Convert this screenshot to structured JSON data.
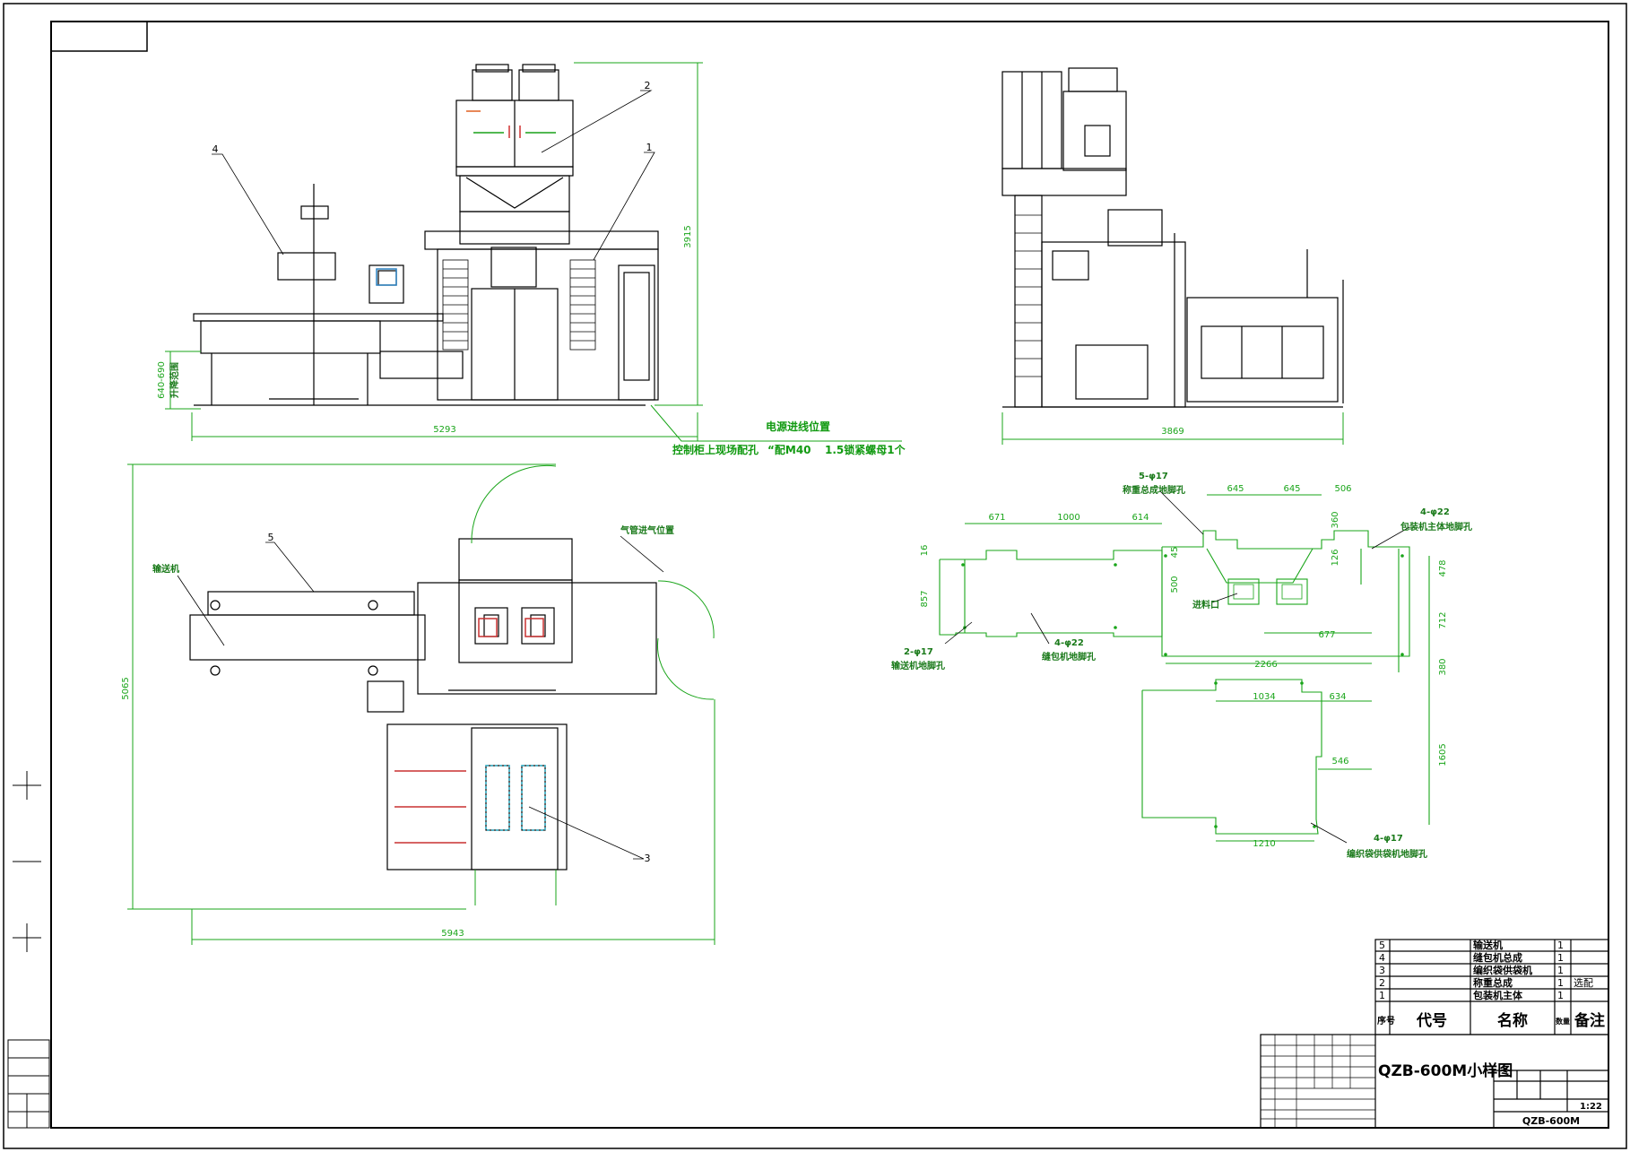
{
  "sheet": {
    "title": "QZB-600M小样图",
    "drawing_no": "QZB-600M",
    "scale": "1:22"
  },
  "front_view": {
    "overall_width": "5293",
    "overall_height": "3915",
    "lift_range": "640-690",
    "lift_label": "升降范围",
    "callouts": [
      "1",
      "2",
      "4"
    ]
  },
  "side_view": {
    "overall_width": "3869"
  },
  "notes": {
    "power_entry": "电源进线位置",
    "cabinet_hole": "控制柜上现场配孔",
    "nut_spec_a": "“配M40",
    "nut_spec_b": "1.5锁紧螺母1个"
  },
  "plan_view": {
    "overall_width": "5943",
    "overall_height": "5065",
    "conveyor_label": "输送机",
    "air_label": "气管进气位置",
    "callout_5": "5",
    "callout_3": "3"
  },
  "foundation": {
    "dims": [
      "671",
      "1000",
      "614",
      "16",
      "857",
      "45",
      "500",
      "645",
      "645",
      "506",
      "360",
      "126",
      "478",
      "712",
      "380",
      "1605",
      "2266",
      "677",
      "1034",
      "634",
      "546",
      "1210"
    ],
    "holes_weigh": "5-φ17",
    "holes_weigh_label": "称重总成地脚孔",
    "holes_main": "4-φ22",
    "holes_main_label": "包装机主体地脚孔",
    "holes_conv": "2-φ17",
    "holes_conv_label": "输送机地脚孔",
    "holes_sew": "4-φ22",
    "holes_sew_label": "缝包机地脚孔",
    "feed_inlet": "进料口",
    "holes_feeder": "4-φ17",
    "holes_feeder_label": "编织袋供袋机地脚孔"
  },
  "bom": {
    "headers": [
      "序号",
      "代号",
      "名称",
      "数量",
      "备注"
    ],
    "rows": [
      {
        "no": "5",
        "name": "输送机",
        "qty": "1",
        "note": ""
      },
      {
        "no": "4",
        "name": "缝包机总成",
        "qty": "1",
        "note": ""
      },
      {
        "no": "3",
        "name": "编织袋供袋机",
        "qty": "1",
        "note": ""
      },
      {
        "no": "2",
        "name": "称重总成",
        "qty": "1",
        "note": "选配"
      },
      {
        "no": "1",
        "name": "包装机主体",
        "qty": "1",
        "note": ""
      }
    ]
  }
}
